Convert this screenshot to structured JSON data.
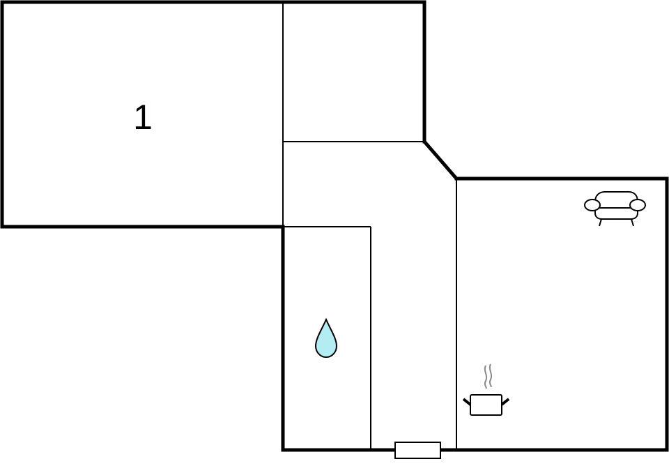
{
  "floor_plan": {
    "rooms": [
      {
        "id": "room-1",
        "label": "1"
      },
      {
        "id": "room-top-middle",
        "label": ""
      },
      {
        "id": "hallway",
        "label": ""
      },
      {
        "id": "bathroom",
        "label": "",
        "icon": "water-drop-icon"
      },
      {
        "id": "living-kitchen",
        "label": "",
        "icons": [
          "armchair-icon",
          "cooking-pot-icon"
        ]
      }
    ],
    "entrance": {
      "icon": "door-icon"
    },
    "colors": {
      "walls": "#000000",
      "background": "#ffffff",
      "water_drop_fill": "#b3ecf2",
      "steam": "#8a8a8a"
    }
  }
}
